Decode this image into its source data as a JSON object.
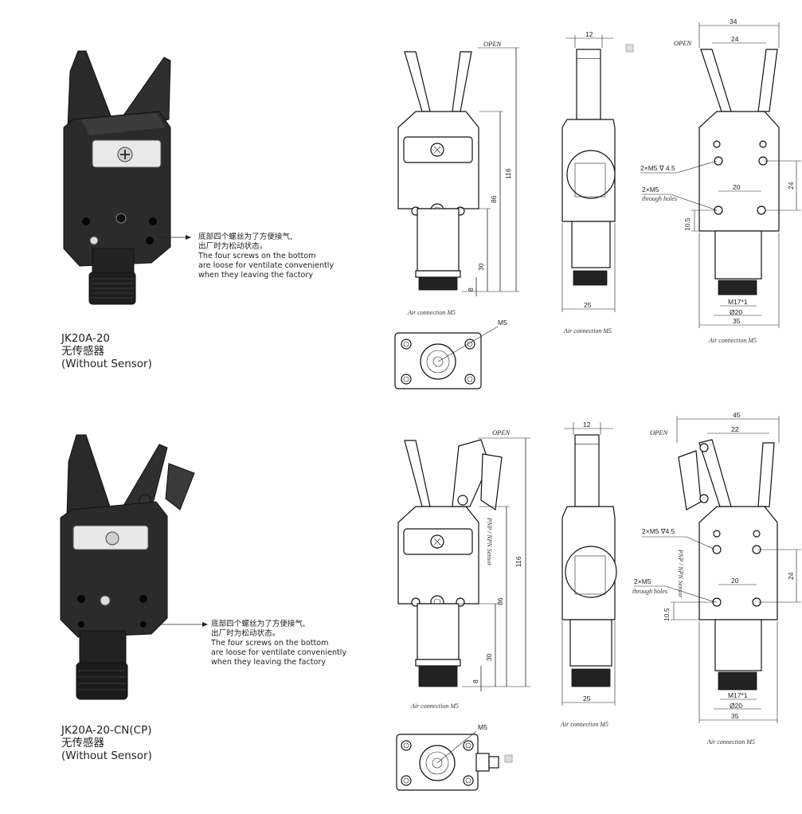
{
  "products": [
    {
      "model": "JK20A-20",
      "sensor_cn": "无传感器",
      "sensor_en": "(Without Sensor)",
      "note_cn_1": "底部四个螺丝为了方便接气,",
      "note_cn_2": "出厂时为松动状态。",
      "note_en_1": "The four screws on the bottom",
      "note_en_2": "are loose for ventilate conveniently",
      "note_en_3": "when they leaving the factory"
    },
    {
      "model": "JK20A-20-CN(CP)",
      "sensor_cn": "无传感器",
      "sensor_en": "(Without Sensor)",
      "note_cn_1": "底部四个螺丝为了方便接气,",
      "note_cn_2": "出厂时为松动状态。",
      "note_en_1": "The four screws on the bottom",
      "note_en_2": "are loose for ventilate conveniently",
      "note_en_3": "when they leaving the factory"
    }
  ],
  "drawing_top": {
    "open": "OPEN",
    "open_side": "OPEN",
    "dim_116": "116",
    "dim_86": "86",
    "dim_30": "30",
    "dim_8": "8",
    "dim_25": "25",
    "dim_12": "12",
    "dim_34": "34",
    "dim_24w": "24",
    "dim_24h": "24",
    "dim_20": "20",
    "dim_10_5": "10.5",
    "dim_m17": "M17*1",
    "dim_d20": "Ø20",
    "dim_35": "35",
    "hole_label": "2×M5 ∇ 4.5",
    "m5_label": "2×M5",
    "through_label": "through holes",
    "air_front": "Air connection  M5",
    "air_side": "Air connection  M5",
    "air_right": "Air connection  M5",
    "m5_bottom": "M5"
  },
  "drawing_bottom": {
    "open": "OPEN",
    "open_side": "OPEN",
    "sensor_label": "PNP / NPN  Sensor",
    "sensor_label_side": "PNP / NPN  Sensor",
    "dim_116": "116",
    "dim_86": "86",
    "dim_30": "30",
    "dim_8": "8",
    "dim_25": "25",
    "dim_12": "12",
    "dim_45": "45",
    "dim_22": "22",
    "dim_24h": "24",
    "dim_20": "20",
    "dim_10_5": "10.5",
    "dim_m17": "M17*1",
    "dim_d20": "Ø20",
    "dim_35": "35",
    "hole_label": "2×M5 ∇4.5",
    "m5_label": "2×M5",
    "through_label": "through holes",
    "air_front": "Air connection  M5",
    "air_side": "Air connection  M5",
    "air_right": "Air connection  M5",
    "m5_bottom": "M5"
  }
}
